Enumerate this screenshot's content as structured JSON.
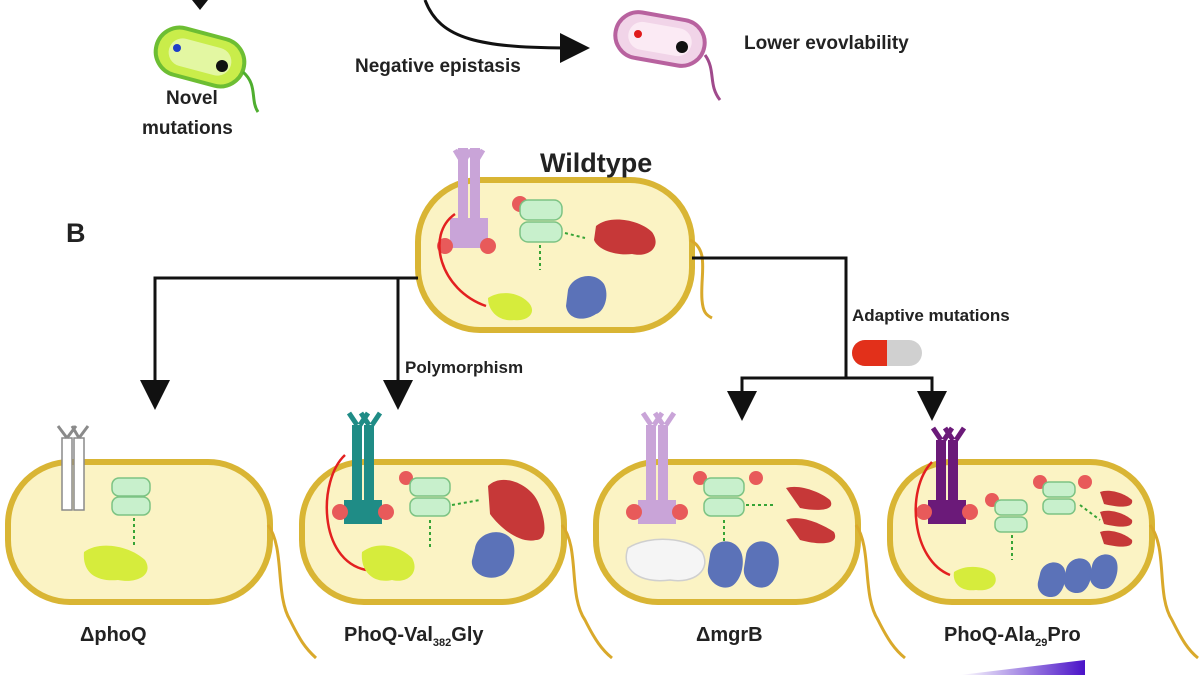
{
  "panel_b": {
    "letter": "B"
  },
  "top": {
    "novel_mutations_line1": "Novel",
    "novel_mutations_line2": "mutations",
    "negative_epistasis": "Negative epistasis",
    "lower_evolvability": "Lower evovlability"
  },
  "wildtype": {
    "title": "Wildtype"
  },
  "arrows": {
    "polymorphism": "Polymorphism",
    "adaptive_mutations": "Adaptive mutations"
  },
  "strains": {
    "delta_phoq": "ΔphoQ",
    "phoq_val_prefix": "PhoQ-Val",
    "phoq_val_sub": "382",
    "phoq_val_suffix": "Gly",
    "delta_mgrb": "ΔmgrB",
    "phoq_ala_prefix": "PhoQ-Ala",
    "phoq_ala_sub": "29",
    "phoq_ala_suffix": "Pro"
  },
  "colors": {
    "cell_fill": "#fbf3c4",
    "cell_border": "#d9b534",
    "sensor_wt": "#c9a4d8",
    "sensor_val": "#1f8c86",
    "sensor_ala": "#6b1a79",
    "sensor_null": "#ffffff",
    "regulator": "#c8f0cc",
    "effector_red": "#c63838",
    "effector_blue": "#5b72b8",
    "effector_yellow": "#d6ec3c",
    "phospho": "#e85a5a",
    "pill_red": "#e2301a",
    "pill_grey": "#d0d0d0",
    "gradient": "#4a12c8"
  }
}
